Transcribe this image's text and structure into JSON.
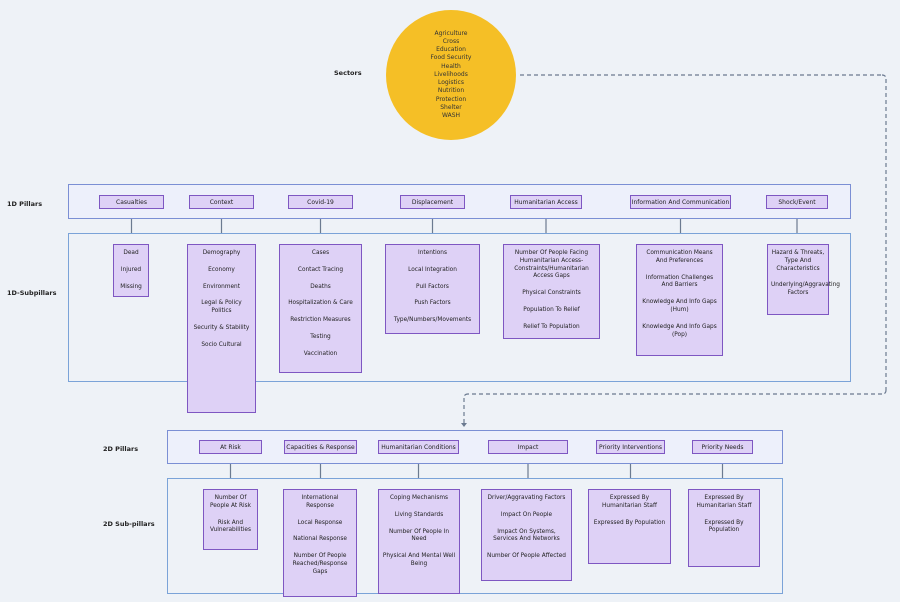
{
  "labels": {
    "sectors": "Sectors",
    "pillars_1d": "1D Pillars",
    "subpillars_1d": "1D-Subpillars",
    "pillars_2d": "2D Pillars",
    "subpillars_2d": "2D Sub-pillars"
  },
  "sectors": [
    "Agriculture",
    "Cross",
    "Education",
    "Food Security",
    "Health",
    "Livelihoods",
    "Logistics",
    "Nutrition",
    "Protection",
    "Shelter",
    "WASH"
  ],
  "pillars_1d": [
    {
      "label": "Casualties",
      "items": [
        "Dead",
        "Injured",
        "Missing"
      ]
    },
    {
      "label": "Context",
      "items": [
        "Demography",
        "Economy",
        "Environment",
        "Legal & Policy Politics",
        "Security & Stability",
        "Socio Cultural"
      ]
    },
    {
      "label": "Covid-19",
      "items": [
        "Cases",
        "Contact Tracing",
        "Deaths",
        "Hospitalization & Care",
        "Restriction Measures",
        "Testing",
        "Vaccination"
      ]
    },
    {
      "label": "Displacement",
      "items": [
        "Intentions",
        "Local Integration",
        "Pull Factors",
        "Push Factors",
        "Type/Numbers/Movements"
      ]
    },
    {
      "label": "Humanitarian Access",
      "items": [
        "Number Of People Facing Humanitarian Access-Constraints/Humanitarian Access Gaps",
        "Physical Constraints",
        "Population To Relief",
        "Relief To Population"
      ]
    },
    {
      "label": "Information And Communication",
      "items": [
        "Communication Means And Preferences",
        "Information Challenges And Barriers",
        "Knowledge And Info Gaps (Hum)",
        "Knowledge And Info Gaps (Pop)"
      ]
    },
    {
      "label": "Shock/Event",
      "items": [
        "Hazard & Threats, Type And Characteristics",
        "Underlying/Aggravating Factors"
      ]
    }
  ],
  "pillars_2d": [
    {
      "label": "At Risk",
      "items": [
        "Number Of People At Risk",
        "Risk And Vulnerabilities"
      ]
    },
    {
      "label": "Capacities & Response",
      "items": [
        "International Response",
        "Local Response",
        "National Response",
        "Number Of People Reached/Response Gaps"
      ]
    },
    {
      "label": "Humanitarian Conditions",
      "items": [
        "Coping Mechanisms",
        "Living Standards",
        "Number Of People In Need",
        "Physical And Mental Well Being"
      ]
    },
    {
      "label": "Impact",
      "items": [
        "Driver/Aggravating Factors",
        "Impact On People",
        "Impact On Systems, Services And Networks",
        "Number Of People Affected"
      ]
    },
    {
      "label": "Priority Interventions",
      "items": [
        "Expressed By Humanitarian Staff",
        "Expressed By Population"
      ]
    },
    {
      "label": "Priority Needs",
      "items": [
        "Expressed By Humanitarian Staff",
        "Expressed By Population"
      ]
    }
  ],
  "colors": {
    "box_fill": "#ded1f6",
    "box_border": "#7e57c2",
    "circle": "#f5bf26",
    "connector": "#6b7a90"
  }
}
